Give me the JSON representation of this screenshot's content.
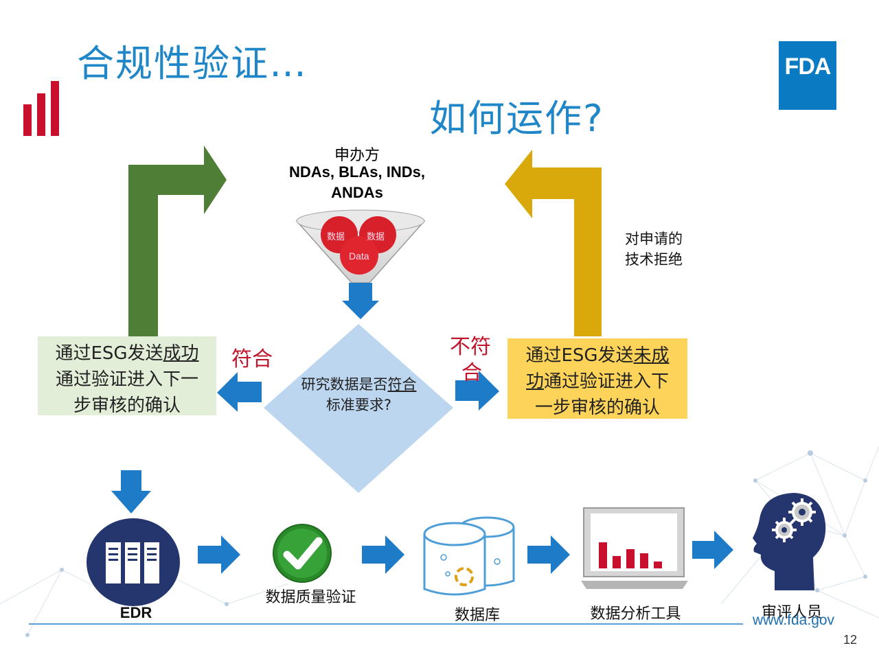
{
  "title": "合规性验证…",
  "subtitle": "如何运作?",
  "logo": {
    "text": "FDA",
    "color": "#0a7bc2"
  },
  "sponsor": {
    "label": "申办方",
    "applications_line1": "NDAs, BLAs, INDs,",
    "applications_line2": "ANDAs"
  },
  "funnel": {
    "ball_left": "数据",
    "ball_right": "数据",
    "ball_bottom": "Data"
  },
  "decision": {
    "prefix": "研究数据是否",
    "emphasis": "符合",
    "suffix": "标准要求?"
  },
  "pass": {
    "label": "符合",
    "line1_prefix": "通过ESG发送",
    "line1_emphasis": "成功",
    "line2": "通过验证进入下一",
    "line3": "步审核的确认"
  },
  "fail": {
    "label_line1": "不符",
    "label_line2": "合",
    "line1_prefix": "通过ESG发送",
    "line1_emphasis": "未成",
    "line2_emphasis": "功",
    "line2_suffix": "通过验证进入下",
    "line3": "一步审核的确认"
  },
  "rejection": {
    "line1": "对申请的",
    "line2": "技术拒绝"
  },
  "pipeline": {
    "edr": "EDR",
    "quality": "数据质量验证",
    "database": "数据库",
    "analysis": "数据分析工具",
    "reviewer": "审评人员"
  },
  "footer": {
    "url": "www.fda.gov",
    "page": "12"
  },
  "colors": {
    "title_blue": "#1f86c8",
    "arrow_blue": "#1e7bc8",
    "green_arrow": "#4f7f36",
    "gold_arrow": "#d9a80a",
    "diamond": "#bcd6ef",
    "red": "#c0142a",
    "edr_navy": "#25356e",
    "check_green": "#2a8a2a"
  },
  "icons": [
    "bar-chart-icon",
    "funnel-icon",
    "server-icon",
    "checkmark-icon",
    "database-icon",
    "analysis-monitor-icon",
    "reviewer-head-gears-icon"
  ]
}
